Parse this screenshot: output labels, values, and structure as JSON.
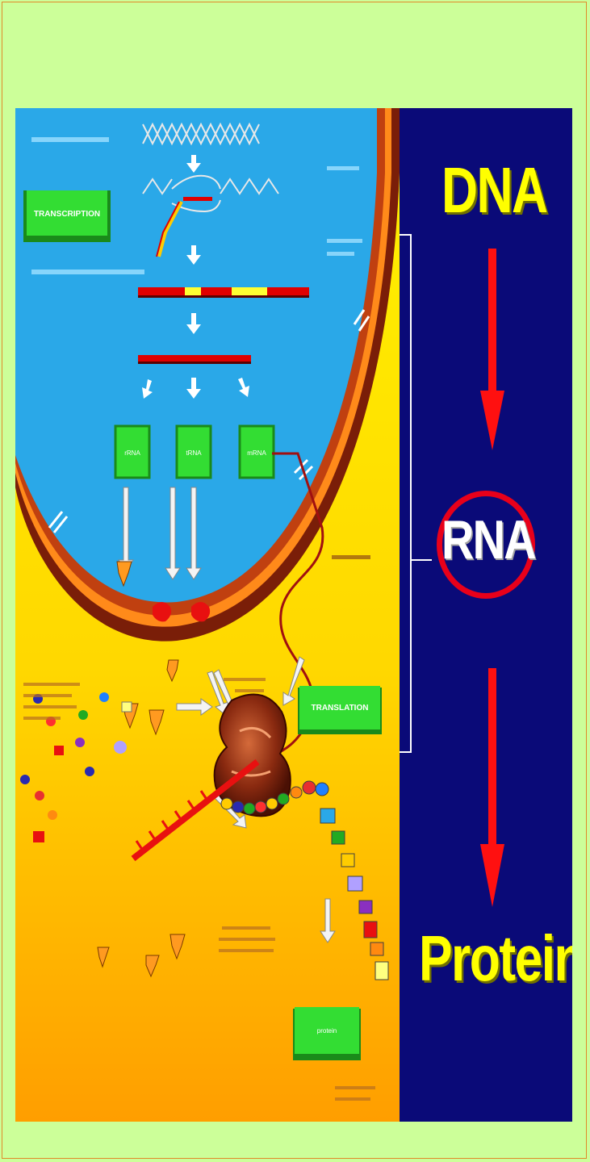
{
  "central_dogma": {
    "dna_label": "DNA",
    "rna_label": "RNA",
    "protein_label": "Protein"
  },
  "cell_diagram": {
    "transcription_label": "TRANSCRIPTION",
    "translation_label": "TRANSLATION",
    "rrna_box": "rRNA",
    "trna_box": "tRNA",
    "mrna_box": "mRNA",
    "protein_box": "protein"
  },
  "colors": {
    "background": "#ccff99",
    "nucleus": "#2aa8e8",
    "cytoplasm": "#ffee00",
    "panel": "#0a0a78",
    "arrow": "#ff1010",
    "ring": "#e8001a",
    "label_box": "#33cc33"
  }
}
